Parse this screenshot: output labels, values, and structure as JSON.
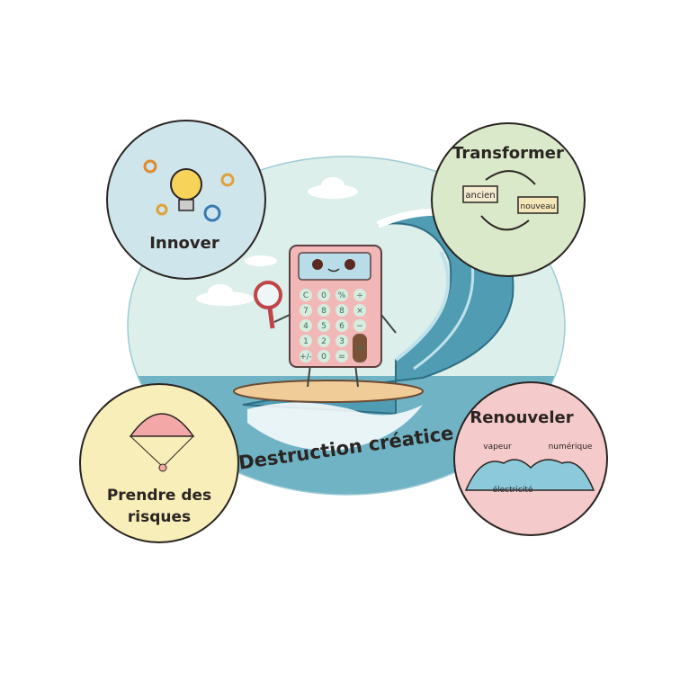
{
  "title": "Destruction créatice",
  "circles": {
    "innover": {
      "label": "Innover",
      "color": "#cfe5ec"
    },
    "transformer": {
      "label": "Transformer",
      "color": "#d9e9c9",
      "old": "ancien",
      "new": "nouveau"
    },
    "risques": {
      "label_line1": "Prendre des",
      "label_line2": "risques",
      "color": "#f8eeb9"
    },
    "renouveler": {
      "label": "Renouveler",
      "color": "#f4caca",
      "wave1": "vapeur",
      "wave2": "électricité",
      "wave3": "numérique"
    }
  },
  "calculator": {
    "keys": [
      "C",
      "0",
      "%",
      "÷",
      "7",
      "8",
      "8",
      "×",
      "4",
      "5",
      "6",
      "−",
      "1",
      "2",
      "3",
      "+/-",
      "0",
      "=",
      "="
    ]
  },
  "colors": {
    "sky": "#dcefea",
    "sea": "#5fa9bd",
    "calculator": "#f2b8b8"
  }
}
